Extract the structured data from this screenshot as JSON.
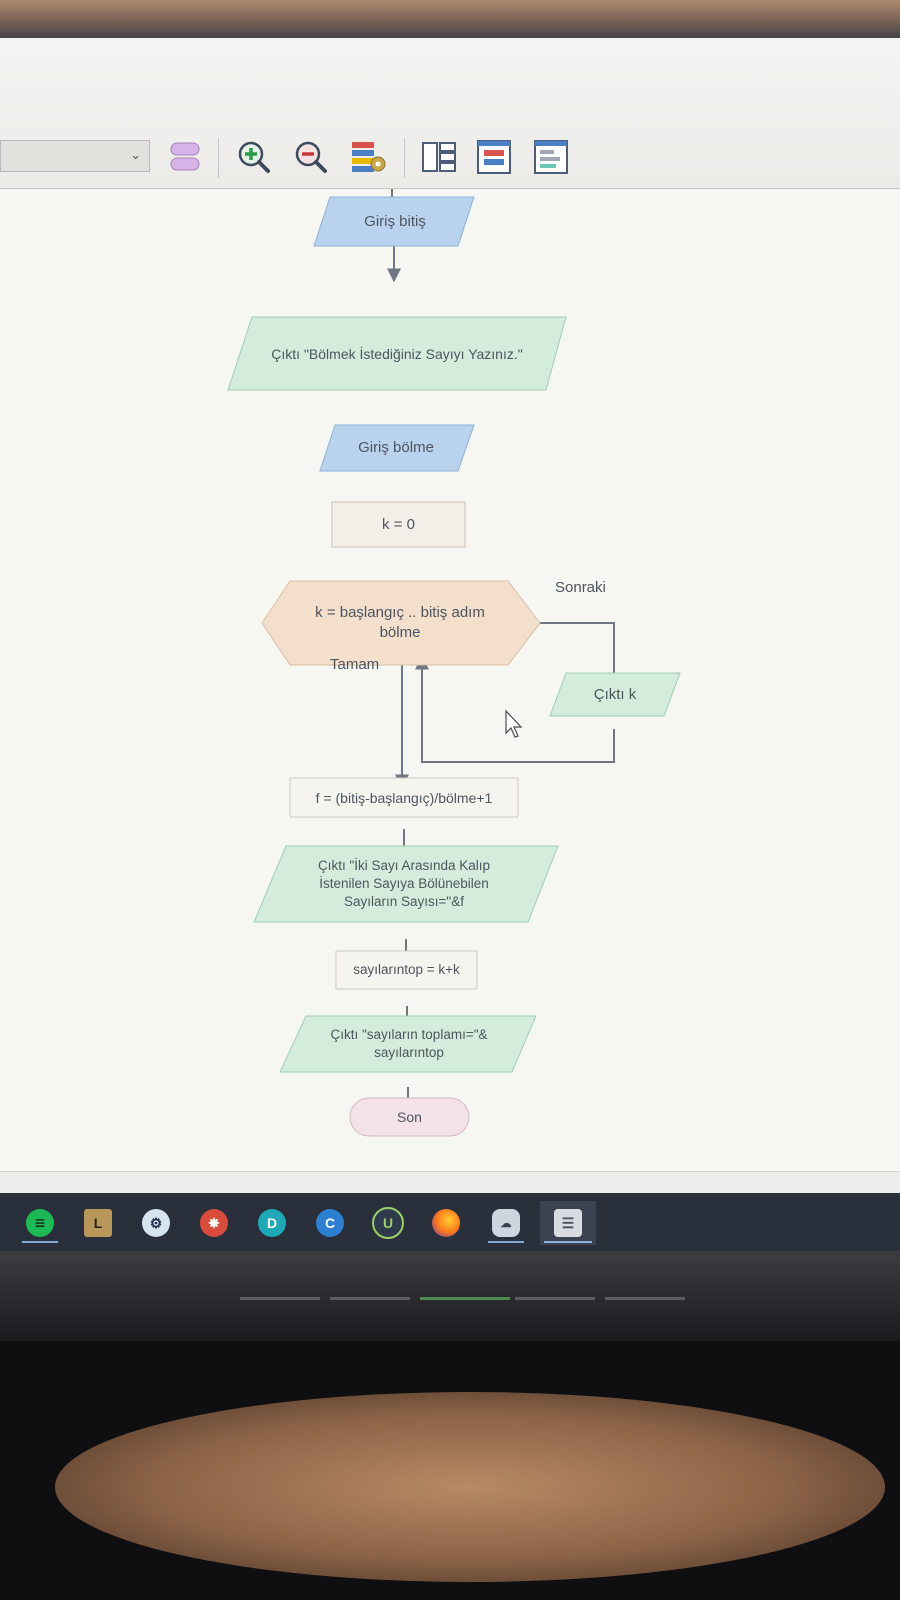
{
  "toolbar": {
    "select_value": "",
    "icons": [
      "shapes-icon",
      "zoom-in-icon",
      "zoom-out-icon",
      "settings-layers-icon",
      "layout-icon-1",
      "layout-icon-2",
      "layout-icon-3"
    ]
  },
  "flowchart": {
    "nodes": {
      "input_end": "Giriş bitiş",
      "output_prompt": "Çıktı \"Bölmek İstediğiniz Sayıyı Yazınız.\"",
      "input_divide": "Giriş bölme",
      "assign_k": "k = 0",
      "loop": "k = başlangıç .. bitiş adım bölme",
      "output_k": "Çıktı k",
      "assign_f": "f = (bitiş-başlangıç)/bölme+1",
      "output_count": "Çıktı \"İki Sayı Arasında Kalıp İstenilen Sayıya Bölünebilen Sayıların Sayısı=\"&f",
      "assign_sum": "sayılarıntop = k+k",
      "output_sum": "Çıktı \"sayıların toplamı=\"& sayılarıntop",
      "end": "Son"
    },
    "edge_labels": {
      "next": "Sonraki",
      "done": "Tamam"
    },
    "colors": {
      "input": "#b9d3ee",
      "output": "#d3ecdc",
      "process": "#f3efe8",
      "loop": "#f3dfcb",
      "end": "#f3e3e8",
      "arrow": "#6f7583"
    }
  },
  "taskbar": {
    "apps": [
      "spotify-icon",
      "league-icon",
      "steam-icon",
      "app-red-icon",
      "app-teal-icon",
      "ccleaner-icon",
      "uplay-icon",
      "firefox-icon",
      "app-cloud-icon",
      "flowgorithm-icon"
    ]
  }
}
